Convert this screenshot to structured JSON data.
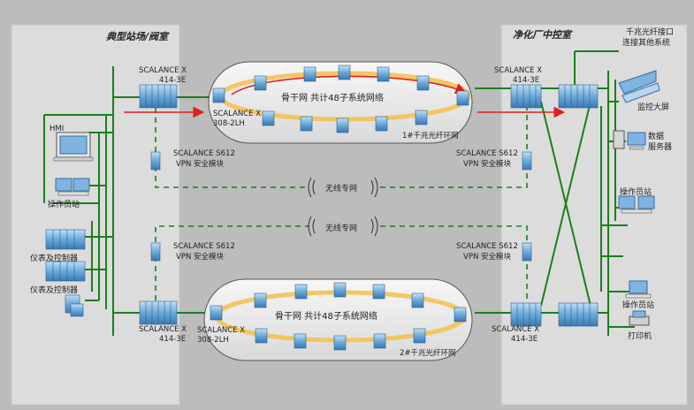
{
  "left_panel": {
    "title": "典型站场/阀室"
  },
  "right_panel": {
    "title": "净化厂中控室"
  },
  "top_right_note": {
    "line1": "千兆光纤接口",
    "line2": "连接其他系统"
  },
  "switches": {
    "left_top": {
      "line1": "SCALANCE X",
      "line2": "414-3E"
    },
    "left_bottom": {
      "line1": "SCALANCE X",
      "line2": "414-3E"
    },
    "right_top": {
      "line1": "SCALANCE X",
      "line2": "414-3E"
    },
    "right_bottom": {
      "line1": "SCALANCE X",
      "line2": "414-3E"
    },
    "ring1_entry": {
      "line1": "SCALANCE X",
      "line2": "308-2LH"
    },
    "ring2_entry": {
      "line1": "SCALANCE X",
      "line2": "308-2LH"
    }
  },
  "vpn": {
    "left_top": {
      "line1": "SCALANCE S612",
      "line2": "VPN 安全模块"
    },
    "left_bottom": {
      "line1": "SCALANCE S612",
      "line2": "VPN 安全模块"
    },
    "right_top": {
      "line1": "SCALANCE S612",
      "line2": "VPN 安全模块"
    },
    "right_bottom": {
      "line1": "SCALANCE S612",
      "line2": "VPN 安全模块"
    }
  },
  "wireless": {
    "top": "无线专网",
    "bottom": "无线专网"
  },
  "rings": [
    {
      "title": "骨干网  共计48子系统网络",
      "label": "1#千兆光纤环网"
    },
    {
      "title": "骨干网  共计48子系统网络",
      "label": "2#千兆光纤环网"
    }
  ],
  "left_devices": {
    "hmi": "HMI",
    "operator": "操作员站",
    "instrument1": "仪表及控制器",
    "instrument2": "仪表及控制器"
  },
  "right_devices": {
    "screen": "监控大屏",
    "server_line1": "数据",
    "server_line2": "服务器",
    "operator1": "操作员站",
    "operator2": "操作员站",
    "printer": "打印机"
  },
  "colors": {
    "background": "#bcbcbc",
    "panel": "#dcdcdc",
    "network_line": "#1a7f1a",
    "ring_fill": "#e8e8e8",
    "ring_glow": "#f3c254",
    "red_link": "#e02020",
    "device_blue": "#5a9fd4"
  }
}
